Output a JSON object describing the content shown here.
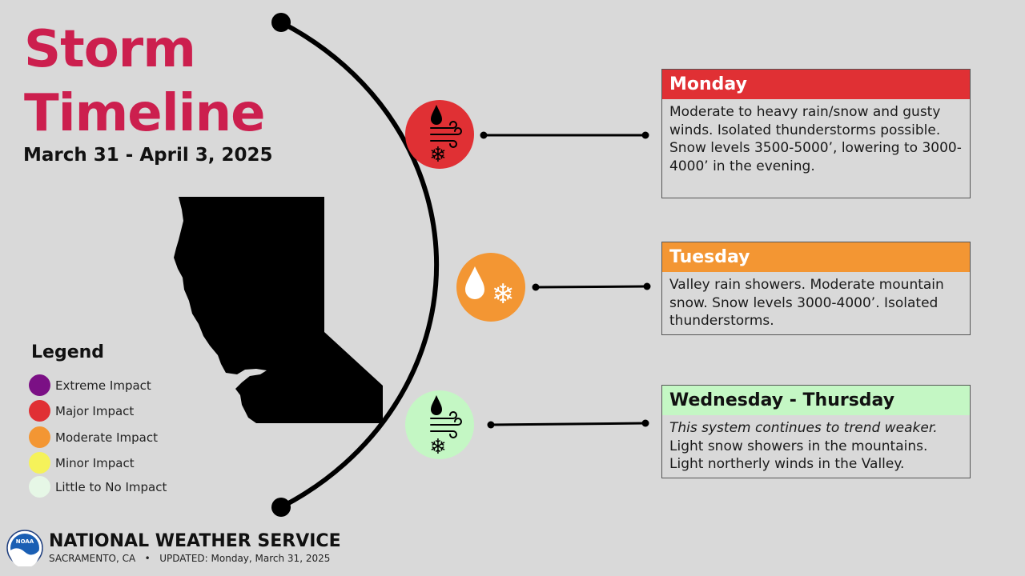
{
  "header": {
    "title_line1": "Storm",
    "title_line2": "Timeline",
    "dates": "March 31 - April 3, 2025"
  },
  "timeline": [
    {
      "day": "Monday",
      "impact": "Major Impact",
      "color": "#e03034",
      "icons": [
        "rain-drop-icon",
        "wind-icon",
        "snowflake-icon"
      ],
      "text": "Moderate to heavy rain/snow and gusty winds. Isolated thunderstorms possible. Snow levels 3500-5000’, lowering to 3000-4000’ in the evening."
    },
    {
      "day": "Tuesday",
      "impact": "Moderate Impact",
      "color": "#f39633",
      "icons": [
        "rain-drop-icon",
        "snowflake-icon"
      ],
      "text": "Valley rain showers. Moderate mountain snow. Snow levels 3000-4000’. Isolated thunderstorms."
    },
    {
      "day": "Wednesday - Thursday",
      "impact": "Little to No Impact",
      "color": "#c4f7c4",
      "icons": [
        "rain-drop-icon",
        "wind-icon",
        "snowflake-icon"
      ],
      "text_italic": "This system continues to trend weaker.",
      "text": " Light snow showers in the mountains. Light northerly winds in the Valley."
    }
  ],
  "legend": {
    "title": "Legend",
    "items": [
      {
        "label": "Extreme Impact",
        "color": "#7b1085"
      },
      {
        "label": "Major Impact",
        "color": "#e03034"
      },
      {
        "label": "Moderate Impact",
        "color": "#f39633"
      },
      {
        "label": "Minor Impact",
        "color": "#f5f25a"
      },
      {
        "label": "Little to No Impact",
        "color": "#e6f7e6"
      }
    ]
  },
  "footer": {
    "org": "NATIONAL WEATHER SERVICE",
    "location": "SACRAMENTO, CA",
    "updated": "UPDATED: Monday, March 31, 2025",
    "logo_text": "NOAA"
  }
}
